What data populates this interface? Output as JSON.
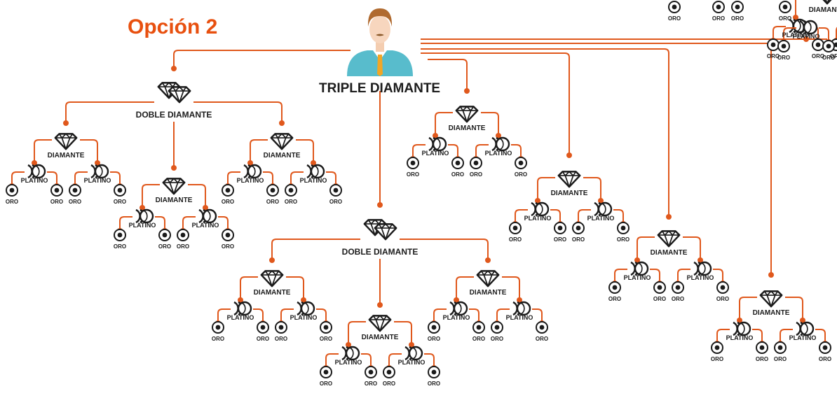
{
  "title": "Opción 2",
  "root_label": "TRIPLE DIAMANTE",
  "rank_labels": {
    "doble": "DOBLE DIAMANTE",
    "diamante": "DIAMANTE",
    "platino": "PLATINO",
    "oro": "ORO"
  },
  "icons": {
    "root": "businessman-avatar-icon",
    "doble": "double-diamond-icon",
    "diamante": "diamond-icon",
    "platino": "double-crescent-icon",
    "oro": "target-ring-icon"
  },
  "colors": {
    "connector": "#e0581c",
    "title": "#e8500f",
    "icon": "#1b1b1b",
    "text": "#1c1c1c"
  },
  "structure": {
    "root_children": [
      "doble",
      "doble",
      "diamante",
      "diamante",
      "diamante",
      "diamante",
      "diamante"
    ],
    "doble_children": [
      "diamante",
      "diamante",
      "diamante"
    ],
    "diamante_children": [
      "platino",
      "platino"
    ],
    "platino_children": [
      "oro",
      "oro"
    ]
  }
}
